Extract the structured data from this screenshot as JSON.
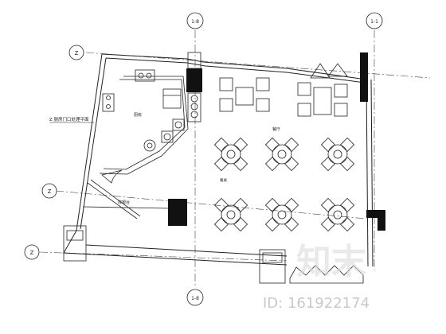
{
  "grid_axes": {
    "top_a": "1-8",
    "top_b": "1-1",
    "left_a": "Z",
    "left_b": "Z",
    "left_c": "Z"
  },
  "labels": {
    "kitchen_note": "Z 厨房门口处理平面",
    "kitchen": "厨房",
    "dining": "餐厅",
    "counter": "收银台",
    "table_note": "餐桌"
  },
  "watermark": {
    "logo": "知末",
    "id": "ID: 161922174"
  },
  "colors": {
    "line": "#222222",
    "wall_fill": "#111111",
    "watermark": "#d8d8d8"
  }
}
